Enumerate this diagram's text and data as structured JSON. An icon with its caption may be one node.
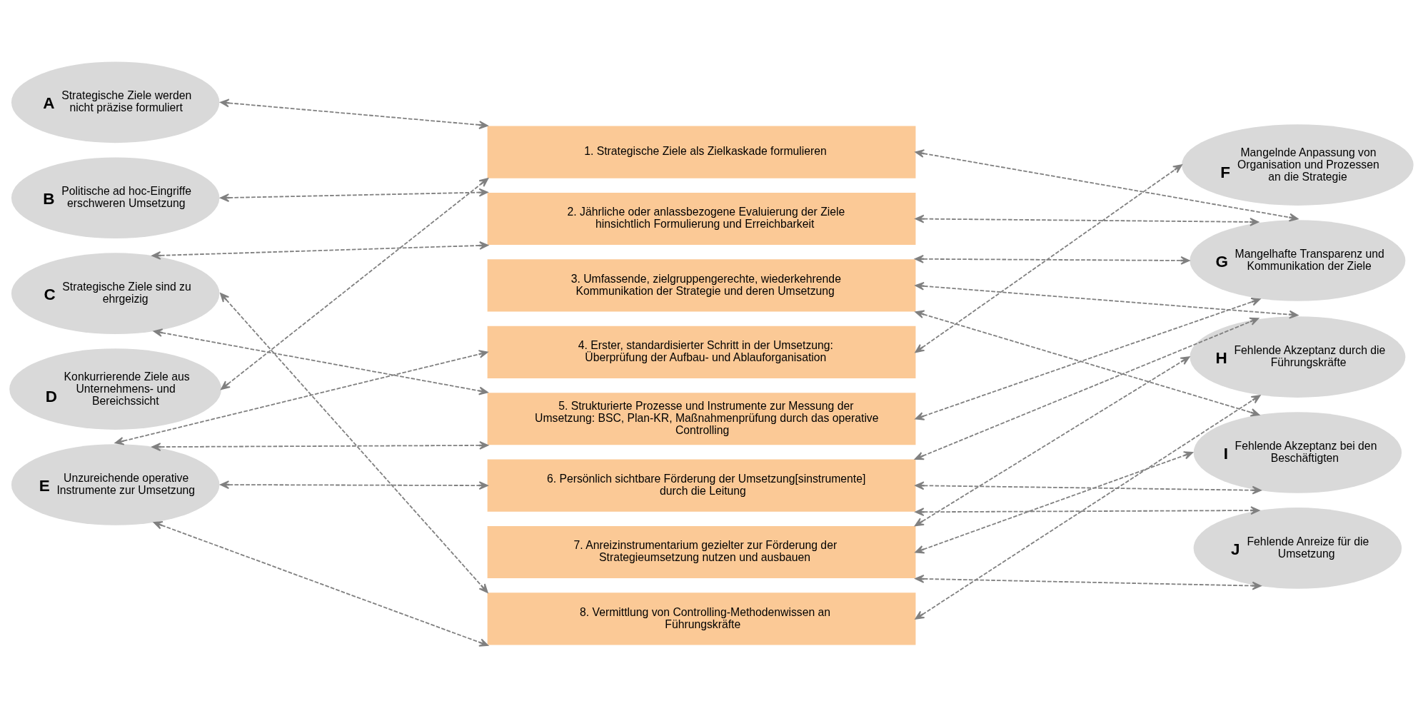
{
  "diagram": {
    "nodes": [
      {
        "text": [
          "A",
          "Strategische Ziele werden nicht präzise formuliert"
        ]
      },
      {
        "text": [
          "B",
          "Politische ad hoc-Eingriffe erschweren Umsetzung"
        ]
      },
      {
        "text": [
          "C",
          "Strategische Ziele sind zu ehrgeizig"
        ]
      },
      {
        "text": [
          "D",
          "Konkurrierende Ziele aus Unternehmens- und Bereichssicht"
        ]
      },
      {
        "text": [
          "E",
          "Unzureichende operative Instrumente zur Umsetzung"
        ]
      },
      {
        "text": [
          "1. Strategische Ziele als Zielkaskade formulieren"
        ]
      },
      {
        "text": [
          "2. Jährliche oder anlassbezogene Evaluierung der Ziele hinsichtlich Formulierung und Erreichbarkeit"
        ]
      },
      {
        "text": [
          "3. Umfassende, zielgruppengerechte, wiederkehrende Kommunikation der Strategie und deren Umsetzung"
        ]
      },
      {
        "text": [
          "4. Erster, standardisierter Schritt in der Umsetzung: Überprüfung der Aufbau- und Ablauforganisation"
        ]
      },
      {
        "text": [
          "5. Strukturierte Prozesse und Instrumente zur Messung der Umsetzung: BSC, Plan-KR, Maßnahmenprüfung durch das operative Controlling"
        ]
      },
      {
        "text": [
          "6. Persönlich sichtbare Förderung der Umsetzung[sinstrumente] durch die Leitung"
        ]
      },
      {
        "text": [
          "7. Anreizinstrumentarium gezielter zur Förderung der Strategieumsetzung nutzen und ausbauen"
        ]
      },
      {
        "text": [
          "8. Vermittlung von Controlling-Methodenwissen an Führungskräfte"
        ]
      },
      {
        "text": [
          "F",
          "Mangelnde Anpassung von Organisation und Prozessen an die Strategie"
        ]
      },
      {
        "text": [
          "G",
          "Mangelhafte Transparenz und Kommunikation der Ziele"
        ]
      },
      {
        "text": [
          "H",
          "Fehlende Akzeptanz durch die Führungskräfte"
        ]
      },
      {
        "text": [
          "I",
          "Fehlende Akzeptanz bei den Beschäftigten"
        ]
      },
      {
        "text": [
          "J",
          "Fehlende Anreize für die Umsetzung"
        ]
      }
    ],
    "edges": [
      {
        "from": 0,
        "to": 5,
        "arrow": "both",
        "style": "dashed"
      },
      {
        "from": 1,
        "to": 6,
        "arrow": "both",
        "style": "dashed"
      },
      {
        "from": 2,
        "to": 6,
        "arrow": "both",
        "style": "dashed"
      },
      {
        "from": 3,
        "to": 5,
        "arrow": "both",
        "style": "dashed"
      },
      {
        "from": 2,
        "to": 9,
        "arrow": "both",
        "style": "dashed"
      },
      {
        "from": 2,
        "to": 12,
        "arrow": "both",
        "style": "dashed"
      },
      {
        "from": 4,
        "to": 8,
        "arrow": "both",
        "style": "dashed"
      },
      {
        "from": 4,
        "to": 9,
        "arrow": "both",
        "style": "dashed"
      },
      {
        "from": 4,
        "to": 10,
        "arrow": "both",
        "style": "dashed"
      },
      {
        "from": 4,
        "to": 12,
        "arrow": "both",
        "style": "dashed"
      },
      {
        "from": 5,
        "to": 14,
        "arrow": "both",
        "style": "dashed"
      },
      {
        "from": 6,
        "to": 14,
        "arrow": "both",
        "style": "dashed"
      },
      {
        "from": 7,
        "to": 14,
        "arrow": "both",
        "style": "dashed"
      },
      {
        "from": 8,
        "to": 13,
        "arrow": "both",
        "style": "dashed"
      },
      {
        "from": 9,
        "to": 14,
        "arrow": "both",
        "style": "dashed"
      },
      {
        "from": 7,
        "to": 15,
        "arrow": "both",
        "style": "dashed"
      },
      {
        "from": 7,
        "to": 16,
        "arrow": "both",
        "style": "dashed"
      },
      {
        "from": 10,
        "to": 15,
        "arrow": "both",
        "style": "dashed"
      },
      {
        "from": 11,
        "to": 15,
        "arrow": "both",
        "style": "dashed"
      },
      {
        "from": 12,
        "to": 15,
        "arrow": "both",
        "style": "dashed"
      },
      {
        "from": 10,
        "to": 16,
        "arrow": "both",
        "style": "dashed"
      },
      {
        "from": 11,
        "to": 16,
        "arrow": "both",
        "style": "dashed"
      },
      {
        "from": 10,
        "to": 17,
        "arrow": "both",
        "style": "dashed"
      },
      {
        "from": 11,
        "to": 17,
        "arrow": "both",
        "style": "dashed"
      }
    ]
  }
}
